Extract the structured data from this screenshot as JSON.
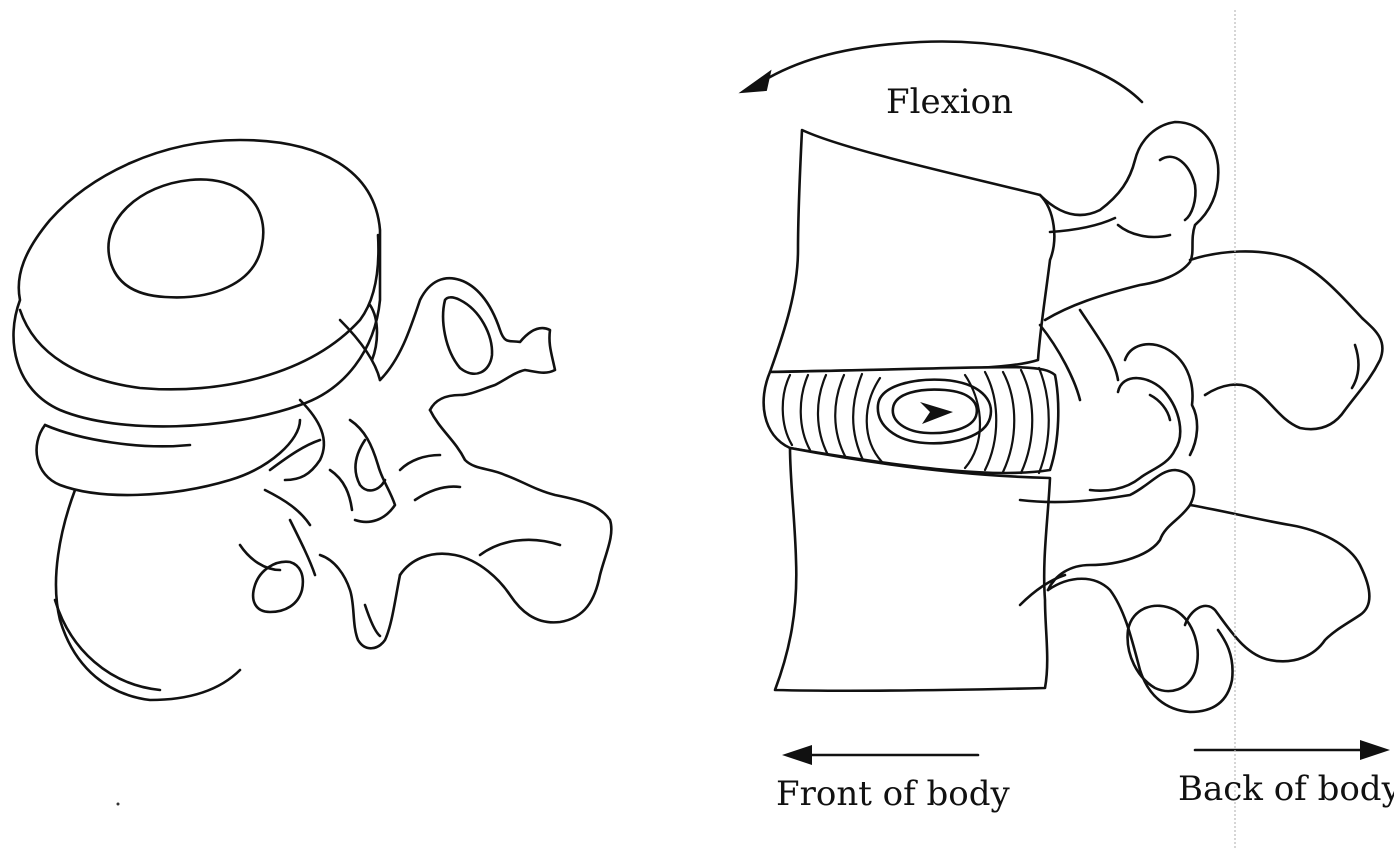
{
  "labels": {
    "flexion": "Flexion",
    "front": "Front of body",
    "back": "Back of body"
  }
}
